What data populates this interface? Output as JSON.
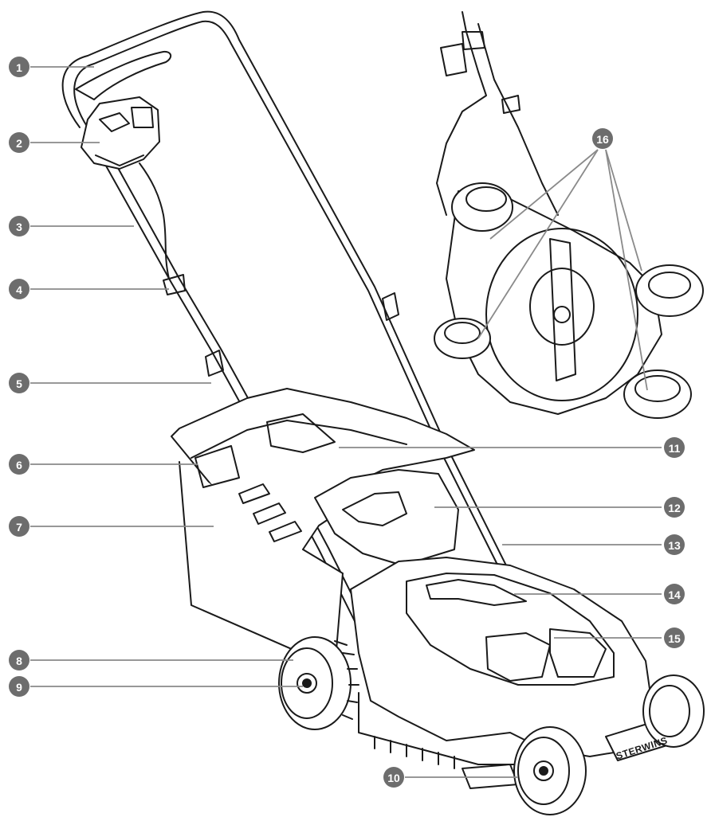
{
  "labels": [
    "1",
    "2",
    "3",
    "4",
    "5",
    "6",
    "7",
    "8",
    "9",
    "10",
    "11",
    "12",
    "13",
    "14",
    "15",
    "16"
  ],
  "brand": "STERWINS",
  "colors": {
    "badge": "#6d6d6d",
    "leader": "#8a8a8a",
    "outline": "#1a1a1a",
    "badge_text": "#ffffff"
  }
}
